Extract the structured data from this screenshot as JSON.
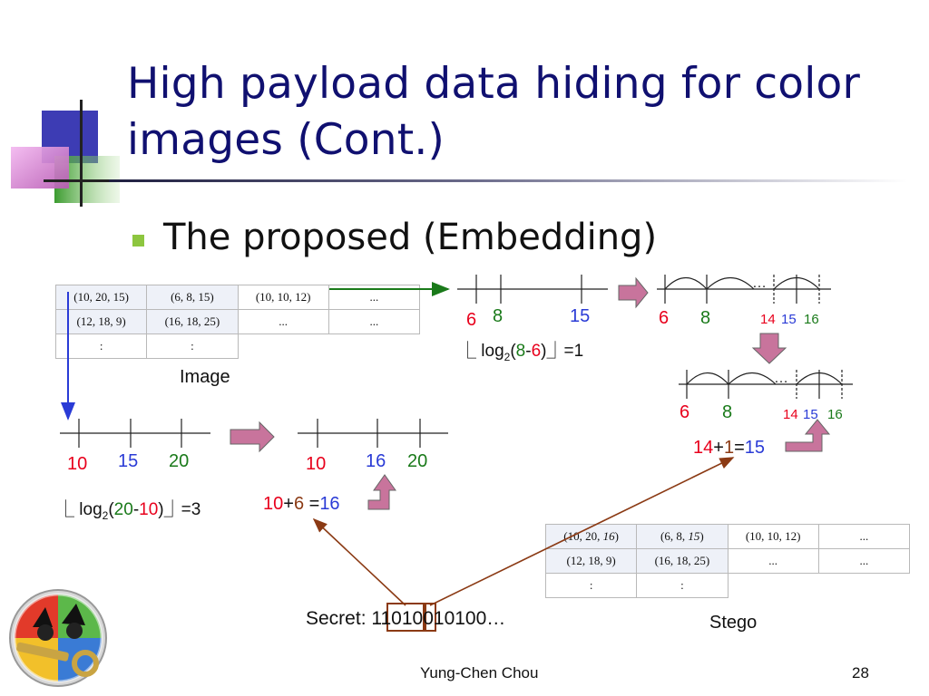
{
  "slide": {
    "title": "High payload data hiding for color images (Cont.)",
    "bullet": "The proposed (Embedding)",
    "footer_author": "Yung-Chen Chou",
    "page_number": "28"
  },
  "image_table": {
    "label": "Image",
    "rows": [
      [
        "(10, 20, 15)",
        "(6, 8, 15)",
        "(10, 10, 12)",
        "..."
      ],
      [
        "(12, 18, 9)",
        "(16, 18, 25)",
        "...",
        "..."
      ],
      [
        ":",
        ":"
      ]
    ]
  },
  "stego_table": {
    "label": "Stego",
    "rows": [
      [
        "(10, 20, 16)",
        "(6, 8, 15)",
        "(10, 10, 12)",
        "..."
      ],
      [
        "(12, 18, 9)",
        "(16, 18, 25)",
        "...",
        "..."
      ],
      [
        ":",
        ":"
      ]
    ],
    "italic_values": [
      "16",
      "15"
    ]
  },
  "secret": {
    "label": "Secret:",
    "bits": "11010010100…"
  },
  "number_lines": {
    "first_pair": [
      "6",
      "8",
      "15"
    ],
    "first_pair_mapped": [
      "6",
      "8",
      "14",
      "15",
      "16"
    ],
    "second_pair_mapped": [
      "6",
      "8",
      "14",
      "15",
      "16"
    ],
    "left_original": [
      "10",
      "15",
      "20"
    ],
    "left_embedded": [
      "10",
      "16",
      "20"
    ],
    "dots": "…"
  },
  "formulas": {
    "log_a": {
      "prefix": "log",
      "base": "2",
      "a": "8",
      "b": "6",
      "result": "=1"
    },
    "log_b": {
      "prefix": "log",
      "base": "2",
      "a": "20",
      "b": "10",
      "result": "=3"
    },
    "sum_a": {
      "a": "14",
      "op": "+",
      "b": "1",
      "eq": "=",
      "result": "15"
    },
    "sum_b": {
      "a": "10",
      "op": "+",
      "b": "6",
      "eq": " =",
      "result": "16"
    }
  },
  "colors": {
    "title": "#101070",
    "red": "#e8001c",
    "green": "#1a7a1a",
    "blue": "#2a3bd6",
    "brown": "#8b3a14",
    "arrow_fill": "#c8749c",
    "bullet": "#8dc63f"
  },
  "icons": [
    "slide-logo-icon",
    "corner-decoration-icon"
  ]
}
